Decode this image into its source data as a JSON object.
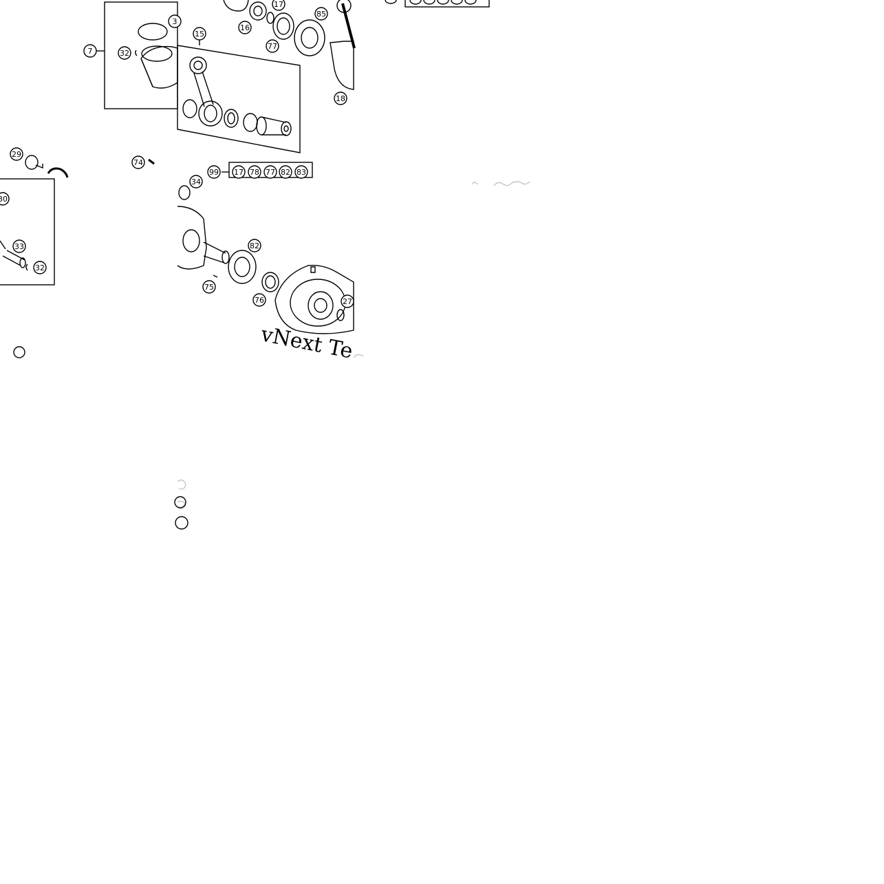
{
  "tiles": [
    {
      "id": "piston-crank-main",
      "callouts": [
        "7",
        "32",
        "3",
        "15",
        "16",
        "17",
        "77",
        "85",
        "18",
        "29",
        "74",
        "99",
        "17",
        "78",
        "77",
        "82",
        "83"
      ]
    },
    {
      "id": "piston-pin-detail",
      "callouts": [
        "30",
        "33",
        "32"
      ]
    },
    {
      "id": "crankshaft-cover-detail",
      "callouts": [
        "34",
        "82",
        "75",
        "76",
        "27"
      ],
      "watermark": "vNext Te"
    }
  ],
  "colors": {
    "line": "#000000",
    "background": "#ffffff",
    "ghost": "#bdbdbd"
  }
}
